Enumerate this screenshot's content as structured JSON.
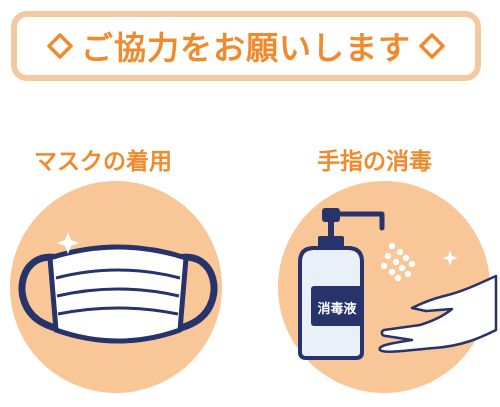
{
  "banner": {
    "title": "ご協力をお願いします",
    "accent_color": "#f08a2c",
    "border_color": "#f5c9a0",
    "left_icon": "diamond-outline-icon",
    "right_icon": "diamond-outline-icon"
  },
  "sections": [
    {
      "label": "マスクの着用",
      "illustration": "face-mask-icon",
      "circle_color": "#f9c697"
    },
    {
      "label": "手指の消毒",
      "illustration": "hand-sanitizer-icon",
      "circle_color": "#f9c697",
      "bottle_label": "消毒液"
    }
  ],
  "colors": {
    "navy": "#27336b",
    "bottle": "#eaf0f8",
    "white": "#ffffff"
  }
}
